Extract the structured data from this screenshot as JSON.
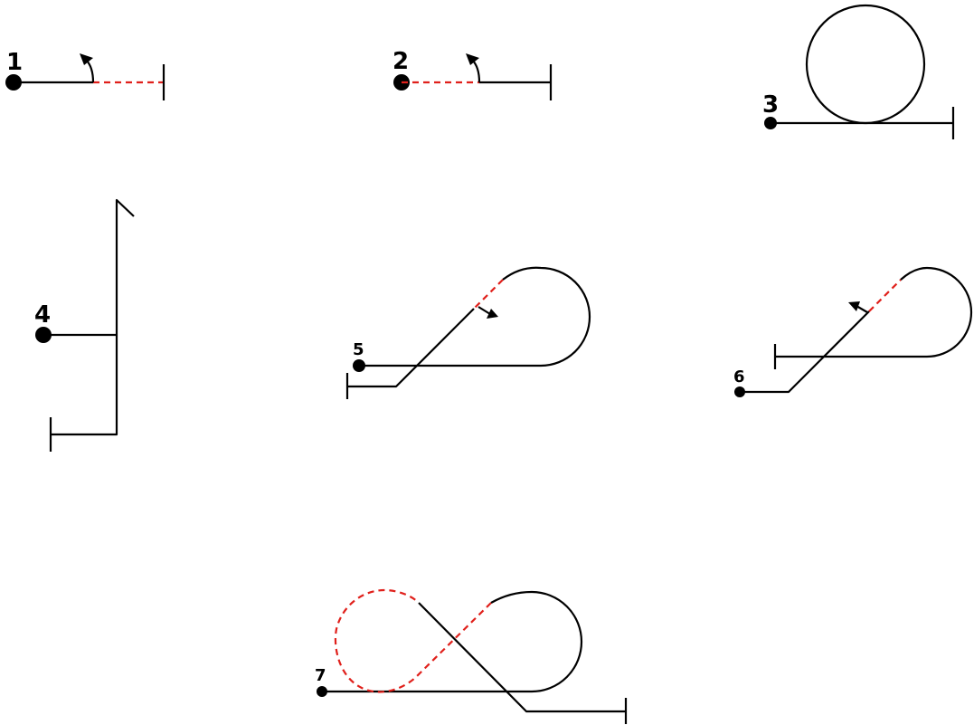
{
  "diagram": {
    "stroke_color": "#000000",
    "dash_color": "#e0201b",
    "panels": [
      {
        "id": "1",
        "label": "1"
      },
      {
        "id": "2",
        "label": "2"
      },
      {
        "id": "3",
        "label": "3"
      },
      {
        "id": "4",
        "label": "4"
      },
      {
        "id": "5",
        "label": "5"
      },
      {
        "id": "6",
        "label": "6"
      },
      {
        "id": "7",
        "label": "7"
      }
    ]
  }
}
